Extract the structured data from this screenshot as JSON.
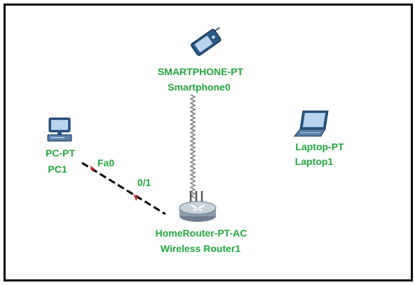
{
  "colors": {
    "label": "#1fa83c",
    "link_dash": "#000000",
    "port_marker": "#cc2222",
    "wireless_link": "#808080",
    "device_body": "#2b5a8a"
  },
  "devices": {
    "smartphone": {
      "model": "SMARTPHONE-PT",
      "name": "Smartphone0",
      "icon": "smartphone-icon"
    },
    "pc": {
      "model": "PC-PT",
      "name": "PC1",
      "icon": "desktop-pc-icon"
    },
    "laptop": {
      "model": "Laptop-PT",
      "name": "Laptop1",
      "icon": "laptop-icon"
    },
    "router": {
      "model": "HomeRouter-PT-AC",
      "name": "Wireless Router1",
      "icon": "wireless-router-icon"
    }
  },
  "links": {
    "pc_router": {
      "pc_port": "Fa0",
      "router_port": "0/1",
      "style": "dashed-ethernet"
    },
    "phone_router": {
      "style": "wireless"
    }
  }
}
